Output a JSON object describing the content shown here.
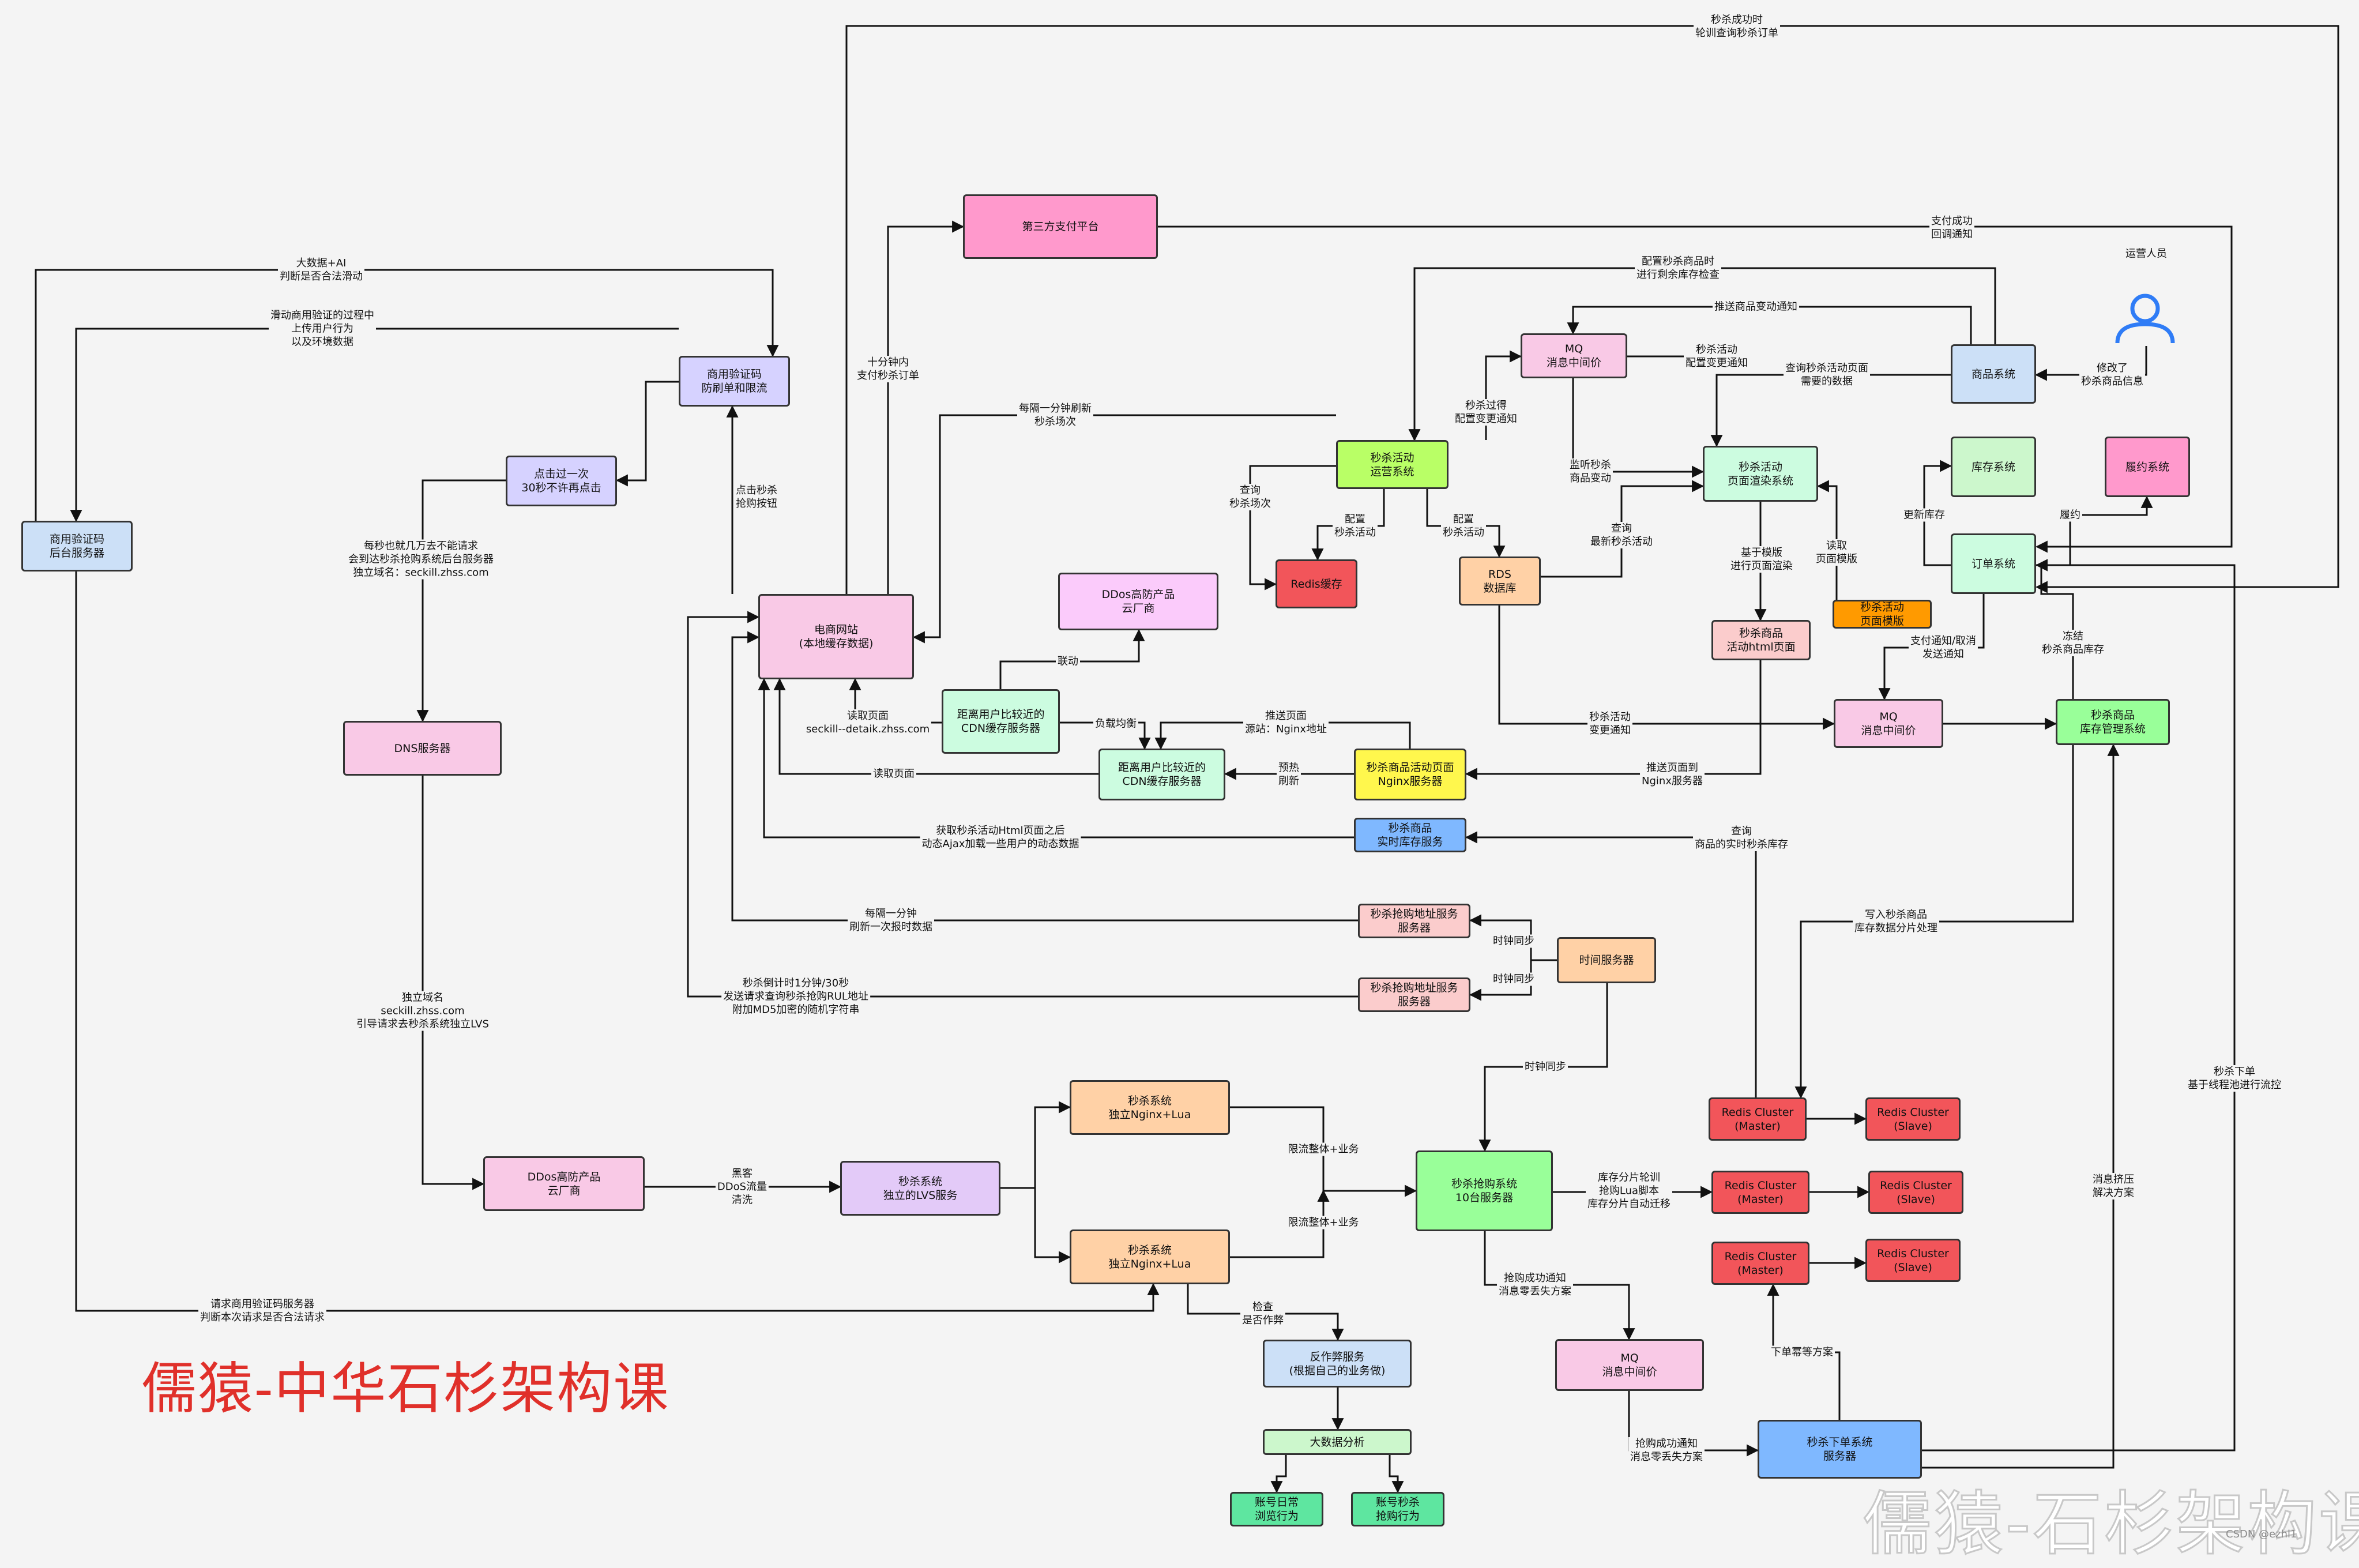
{
  "colors": {
    "blue": "#cce0f7",
    "purple": "#d6d2ff",
    "pink": "#f9c9e6",
    "magenta": "#ff99cc",
    "green": "#ccfce0",
    "lime": "#b9ff66",
    "red": "#f2555a",
    "orange": "#ffd1a6",
    "yellow": "#fff74d",
    "darkorange": "#ff9a00",
    "salmon": "#fbcccc",
    "lightblue": "#7fb8ff",
    "brightgreen": "#99ff99",
    "lavender": "#e3caf8",
    "lightgreen": "#ccf7cc"
  },
  "nodes": {
    "verify_backend": "商用验证码\n后台服务器",
    "captcha_antibot": "商用验证码\n防刷单和限流",
    "click_limit": "点击过一次\n30秒不许再点击",
    "dns": "DNS服务器",
    "ddos_cloud_bottom": "DDos高防产品\n云厂商",
    "lvs": "秒杀系统\n独立的LVS服务",
    "nginx_lua_1": "秒杀系统\n独立Nginx+Lua",
    "nginx_lua_2": "秒杀系统\n独立Nginx+Lua",
    "anti_fraud": "反作弊服务\n(根据自己的业务做)",
    "bigdata": "大数据分析",
    "account_daily": "账号日常\n浏览行为",
    "account_seckill": "账号秒杀\n抢购行为",
    "ecommerce": "电商网站\n(本地缓存数据)",
    "third_pay": "第三方支付平台",
    "ddos_cloud_top": "DDos高防产品\n云厂商",
    "cdn_near_1": "距离用户比较近的\nCDN缓存服务器",
    "cdn_near_2": "距离用户比较近的\nCDN缓存服务器",
    "nginx_page": "秒杀商品活动页面\nNginx服务器",
    "realtime_stock": "秒杀商品\n实时库存服务",
    "addr_service_1": "秒杀抢购地址服务\n服务器",
    "addr_service_2": "秒杀抢购地址服务\n服务器",
    "time_service": "时间服务器",
    "activity_ops": "秒杀活动\n运营系统",
    "redis_cache": "Redis缓存",
    "rds": "RDS\n数据库",
    "mq_price_top": "MQ\n消息中间价",
    "page_render": "秒杀活动\n页面渲染系统",
    "activity_template": "秒杀活动\n页面模版",
    "html_page": "秒杀商品\n活动html页面",
    "product_system": "商品系统",
    "inventory_system": "库存系统",
    "fulfillment": "履约系统",
    "order_system": "订单系统",
    "mq_price_mid": "MQ\n消息中间价",
    "seckill_inventory_mgmt": "秒杀商品\n库存管理系统",
    "seckill_cluster": "秒杀抢购系统\n10台服务器",
    "redis_m1": "Redis Cluster\n(Master)",
    "redis_s1": "Redis Cluster\n(Slave)",
    "redis_m2": "Redis Cluster\n(Master)",
    "redis_s2": "Redis Cluster\n(Slave)",
    "redis_m3": "Redis Cluster\n(Master)",
    "redis_s3": "Redis Cluster\n(Slave)",
    "mq_price_bottom": "MQ\n消息中间价",
    "order_service": "秒杀下单系统\n服务器",
    "operator": "运营人员"
  },
  "labels": {
    "l_seckill_success": "秒杀成功时\n轮训查询秒杀订单",
    "l_bigdata_ai": "大数据+AI\n判断是否合法滑动",
    "l_slide_upload": "滑动商用验证的过程中\n上传用户行为\n以及环境数据",
    "l_ten_min_pay": "十分钟内\n支付秒杀订单",
    "l_every_minute_refresh": "每隔一分钟刷新\n秒杀场次",
    "l_click_button": "点击秒杀\n抢购按钮",
    "l_huge_requests": "每秒也就几万去不能请求\n会到达秒杀抢购系统后台服务器\n独立域名：seckill.zhss.com",
    "l_read_page_cdn": "读取页面\nseckill--detaik.zhss.com",
    "l_linkage": "联动",
    "l_load_balance": "负载均衡",
    "l_read_page": "读取页面",
    "l_push_page": "推送页面\n源站：Nginx地址",
    "l_preheat": "预热\n刷新",
    "l_push_html": "推送页面到\nNginx服务器",
    "l_ajax_dynamic": "获取秒杀活动Html页面之后\n动态Ajax加载一些用户的动态数据",
    "l_query_stock": "查询\n商品的实时秒杀库存",
    "l_refresh_time": "每隔一分钟\n刷新一次报时数据",
    "l_countdown": "秒杀倒计时1分钟/30秒\n发送请求查询秒杀抢购RUL地址\n附加MD5加密的随机字符串",
    "l_clock_sync_1": "时钟同步",
    "l_clock_sync_2": "时钟同步",
    "l_clock_sync_3": "时钟同步",
    "l_domain_lvs": "独立域名\nseckill.zhss.com\n引导请求去秒杀系统独立LVS",
    "l_hacker_ddos": "黑客\nDDoS流量\n清洗",
    "l_limit_1": "限流整体+业务",
    "l_limit_2": "限流整体+业务",
    "l_request_verify": "请求商用验证码服务器\n判断本次请求是否合法请求",
    "l_check_cheat": "检查\n是否作弊",
    "l_pay_callback": "支付成功\n回调通知",
    "l_config_check": "配置秒杀商品时\n进行剩余库存检查",
    "l_push_change": "推送商品变动通知",
    "l_query_page_data": "查询秒杀活动页面\n需要的数据",
    "l_modify_info": "修改了\n秒杀商品信息",
    "l_activity_change": "秒杀活动\n配置变更通知",
    "l_expired_change": "秒杀过得\n配置变更通知",
    "l_query_sessions": "查询\n秒杀场次",
    "l_config_activity_1": "配置\n秒杀活动",
    "l_config_activity_2": "配置\n秒杀活动",
    "l_listen_change": "监听秒杀\n商品变动",
    "l_query_latest": "查询\n最新秒杀活动",
    "l_template_render": "基于模版\n进行页面渲染",
    "l_read_template": "读取\n页面模版",
    "l_update_stock": "更新库存",
    "l_fulfill": "履约",
    "l_pay_cancel": "支付通知/取消\n发送通知",
    "l_freeze": "冻结\n秒杀商品库存",
    "l_activity_change_2": "秒杀活动\n变更通知",
    "l_write_stock": "写入秒杀商品\n库存数据分片处理",
    "l_stock_shard": "库存分片轮训\n抢购Lua脚本\n库存分片自动迁移",
    "l_order_success_1": "抢购成功通知\n消息零丢失方案",
    "l_order_success_2": "抢购成功通知\n消息零丢失方案",
    "l_order_idempotent": "下单幂等方案",
    "l_msg_squeeze": "消息挤压\n解决方案",
    "l_order_threadpool": "秒杀下单\n基于线程池进行流控"
  },
  "watermarks": {
    "red": "儒猿-中华石杉架构课",
    "grey": "儒猿-石杉架构课",
    "csdn": "CSDN @ezhl1"
  }
}
